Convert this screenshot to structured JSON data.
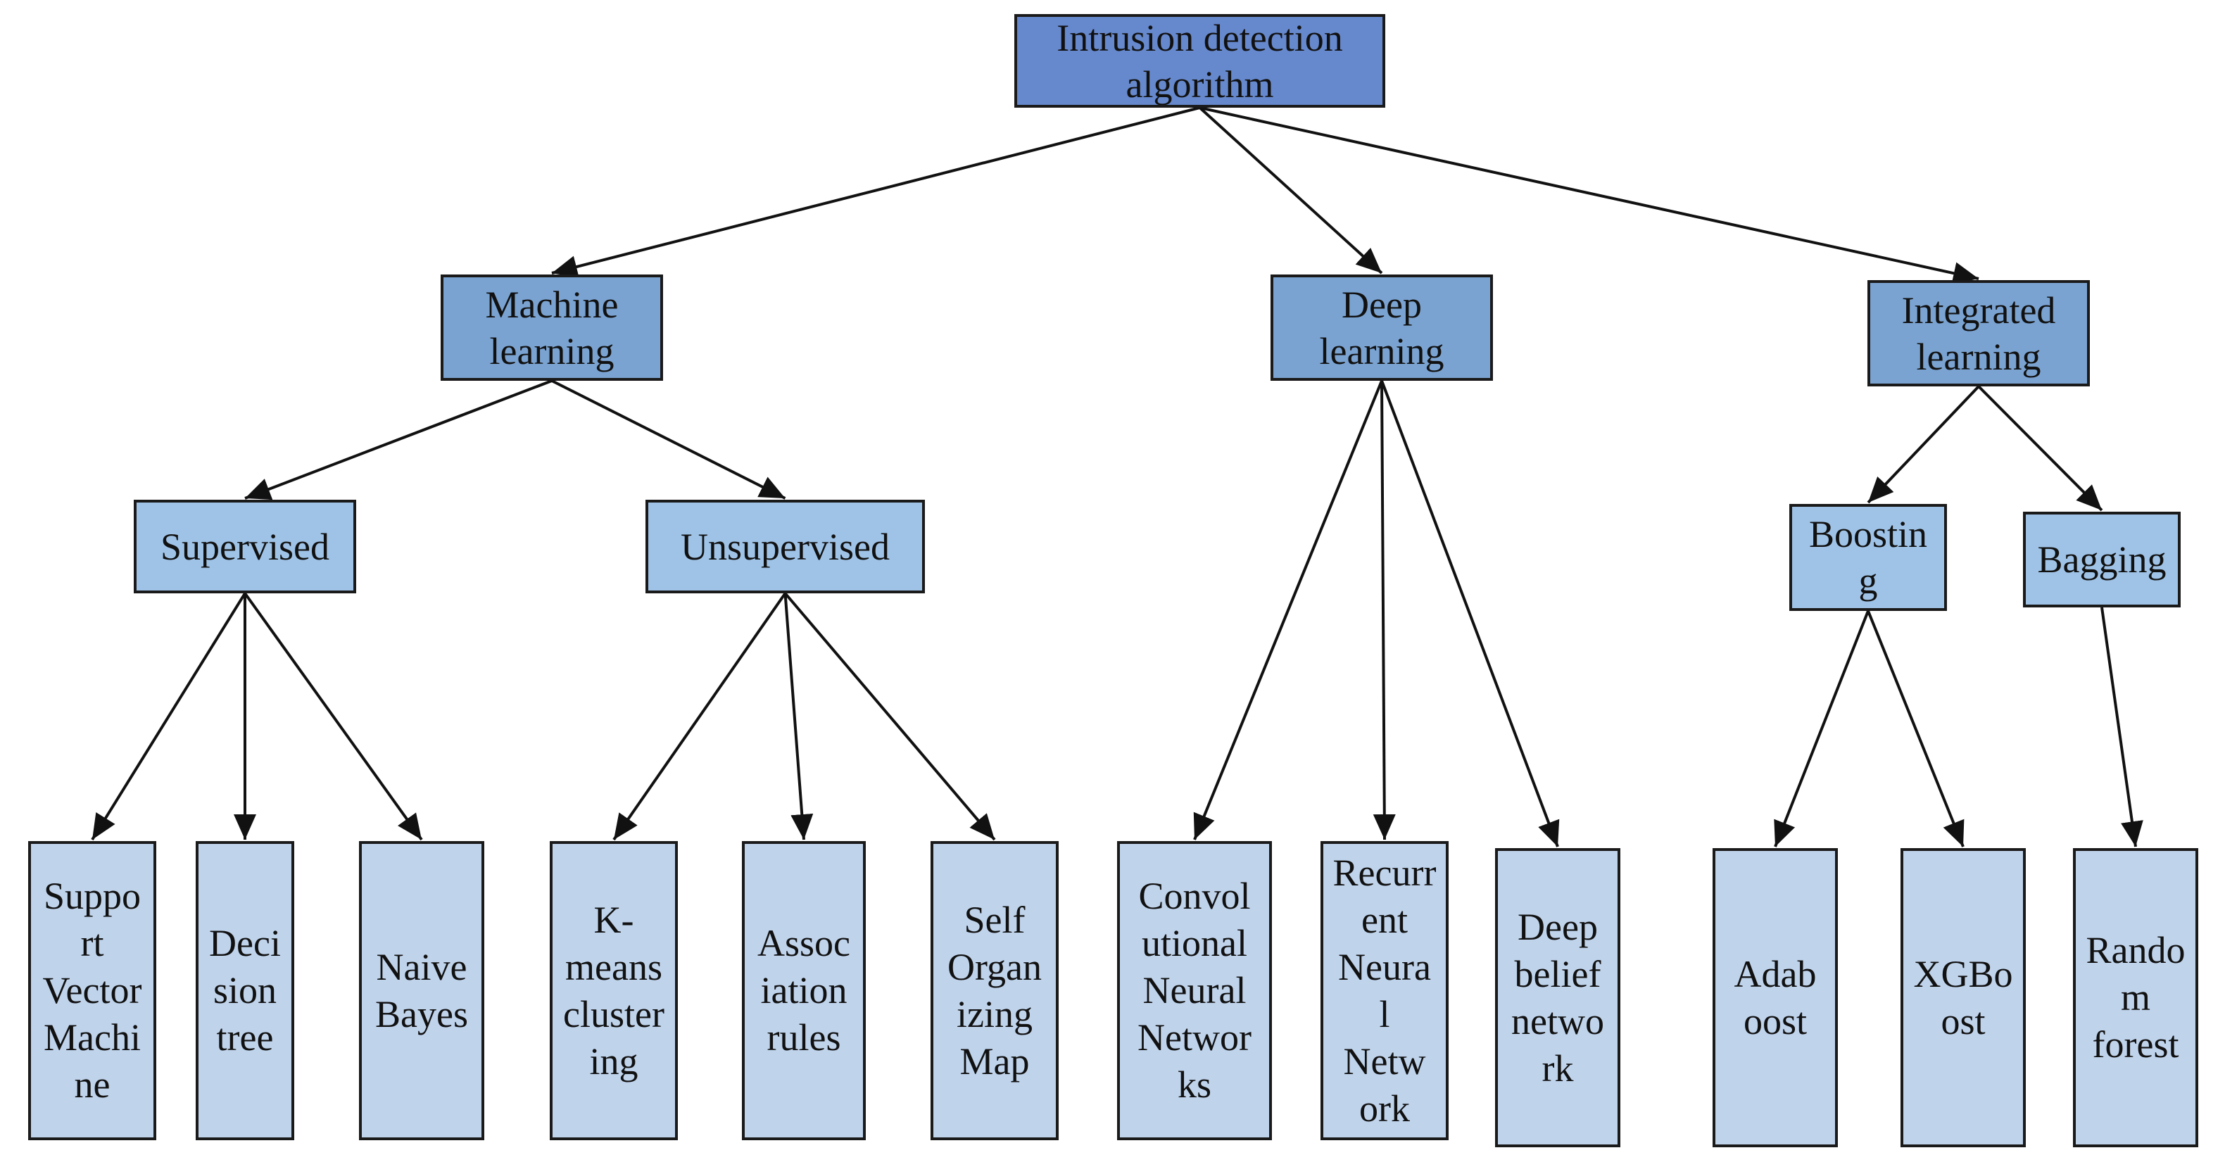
{
  "colors": {
    "root": "#6688cc",
    "category": "#7aa3d1",
    "subcategory": "#9fc3e7",
    "leaf": "#bfd3eb",
    "line": "#111111"
  },
  "nodes": {
    "root": {
      "lines": [
        "Intrusion detection",
        "algorithm"
      ]
    },
    "machine": {
      "lines": [
        "Machine",
        "learning"
      ]
    },
    "deep": {
      "lines": [
        "Deep",
        "learning"
      ]
    },
    "integrated": {
      "lines": [
        "Integrated",
        "learning"
      ]
    },
    "supervised": {
      "lines": [
        "Supervised"
      ]
    },
    "unsupervised": {
      "lines": [
        "Unsupervised"
      ]
    },
    "boosting": {
      "lines": [
        "Boostin",
        "g"
      ]
    },
    "bagging": {
      "lines": [
        "Bagging"
      ]
    },
    "svm": {
      "lines": [
        "Suppo",
        "rt",
        "Vector",
        "Machi",
        "ne"
      ]
    },
    "dtree": {
      "lines": [
        "Deci",
        "sion",
        "tree"
      ]
    },
    "nbayes": {
      "lines": [
        "Naive",
        "Bayes"
      ]
    },
    "kmeans": {
      "lines": [
        "K-",
        "means",
        "cluster",
        "ing"
      ]
    },
    "assoc": {
      "lines": [
        "Assoc",
        "iation",
        "rules"
      ]
    },
    "som": {
      "lines": [
        "Self",
        "Organ",
        "izing",
        "Map"
      ]
    },
    "cnn": {
      "lines": [
        "Convol",
        "utional",
        "Neural",
        "Networ",
        "ks"
      ]
    },
    "rnn": {
      "lines": [
        "Recurr",
        "ent",
        "Neura",
        "l",
        "Netw",
        "ork"
      ]
    },
    "dbn": {
      "lines": [
        "Deep",
        "belief",
        "netwo",
        "rk"
      ]
    },
    "adaboost": {
      "lines": [
        "Adab",
        "oost"
      ]
    },
    "xgboost": {
      "lines": [
        "XGBo",
        "ost"
      ]
    },
    "rforest": {
      "lines": [
        "Rando",
        "m",
        "forest"
      ]
    }
  },
  "edges": [
    [
      "root",
      "machine"
    ],
    [
      "root",
      "deep"
    ],
    [
      "root",
      "integrated"
    ],
    [
      "machine",
      "supervised"
    ],
    [
      "machine",
      "unsupervised"
    ],
    [
      "supervised",
      "svm"
    ],
    [
      "supervised",
      "dtree"
    ],
    [
      "supervised",
      "nbayes"
    ],
    [
      "unsupervised",
      "kmeans"
    ],
    [
      "unsupervised",
      "assoc"
    ],
    [
      "unsupervised",
      "som"
    ],
    [
      "deep",
      "cnn"
    ],
    [
      "deep",
      "rnn"
    ],
    [
      "deep",
      "dbn"
    ],
    [
      "integrated",
      "boosting"
    ],
    [
      "integrated",
      "bagging"
    ],
    [
      "boosting",
      "adaboost"
    ],
    [
      "boosting",
      "xgboost"
    ],
    [
      "bagging",
      "rforest"
    ]
  ]
}
